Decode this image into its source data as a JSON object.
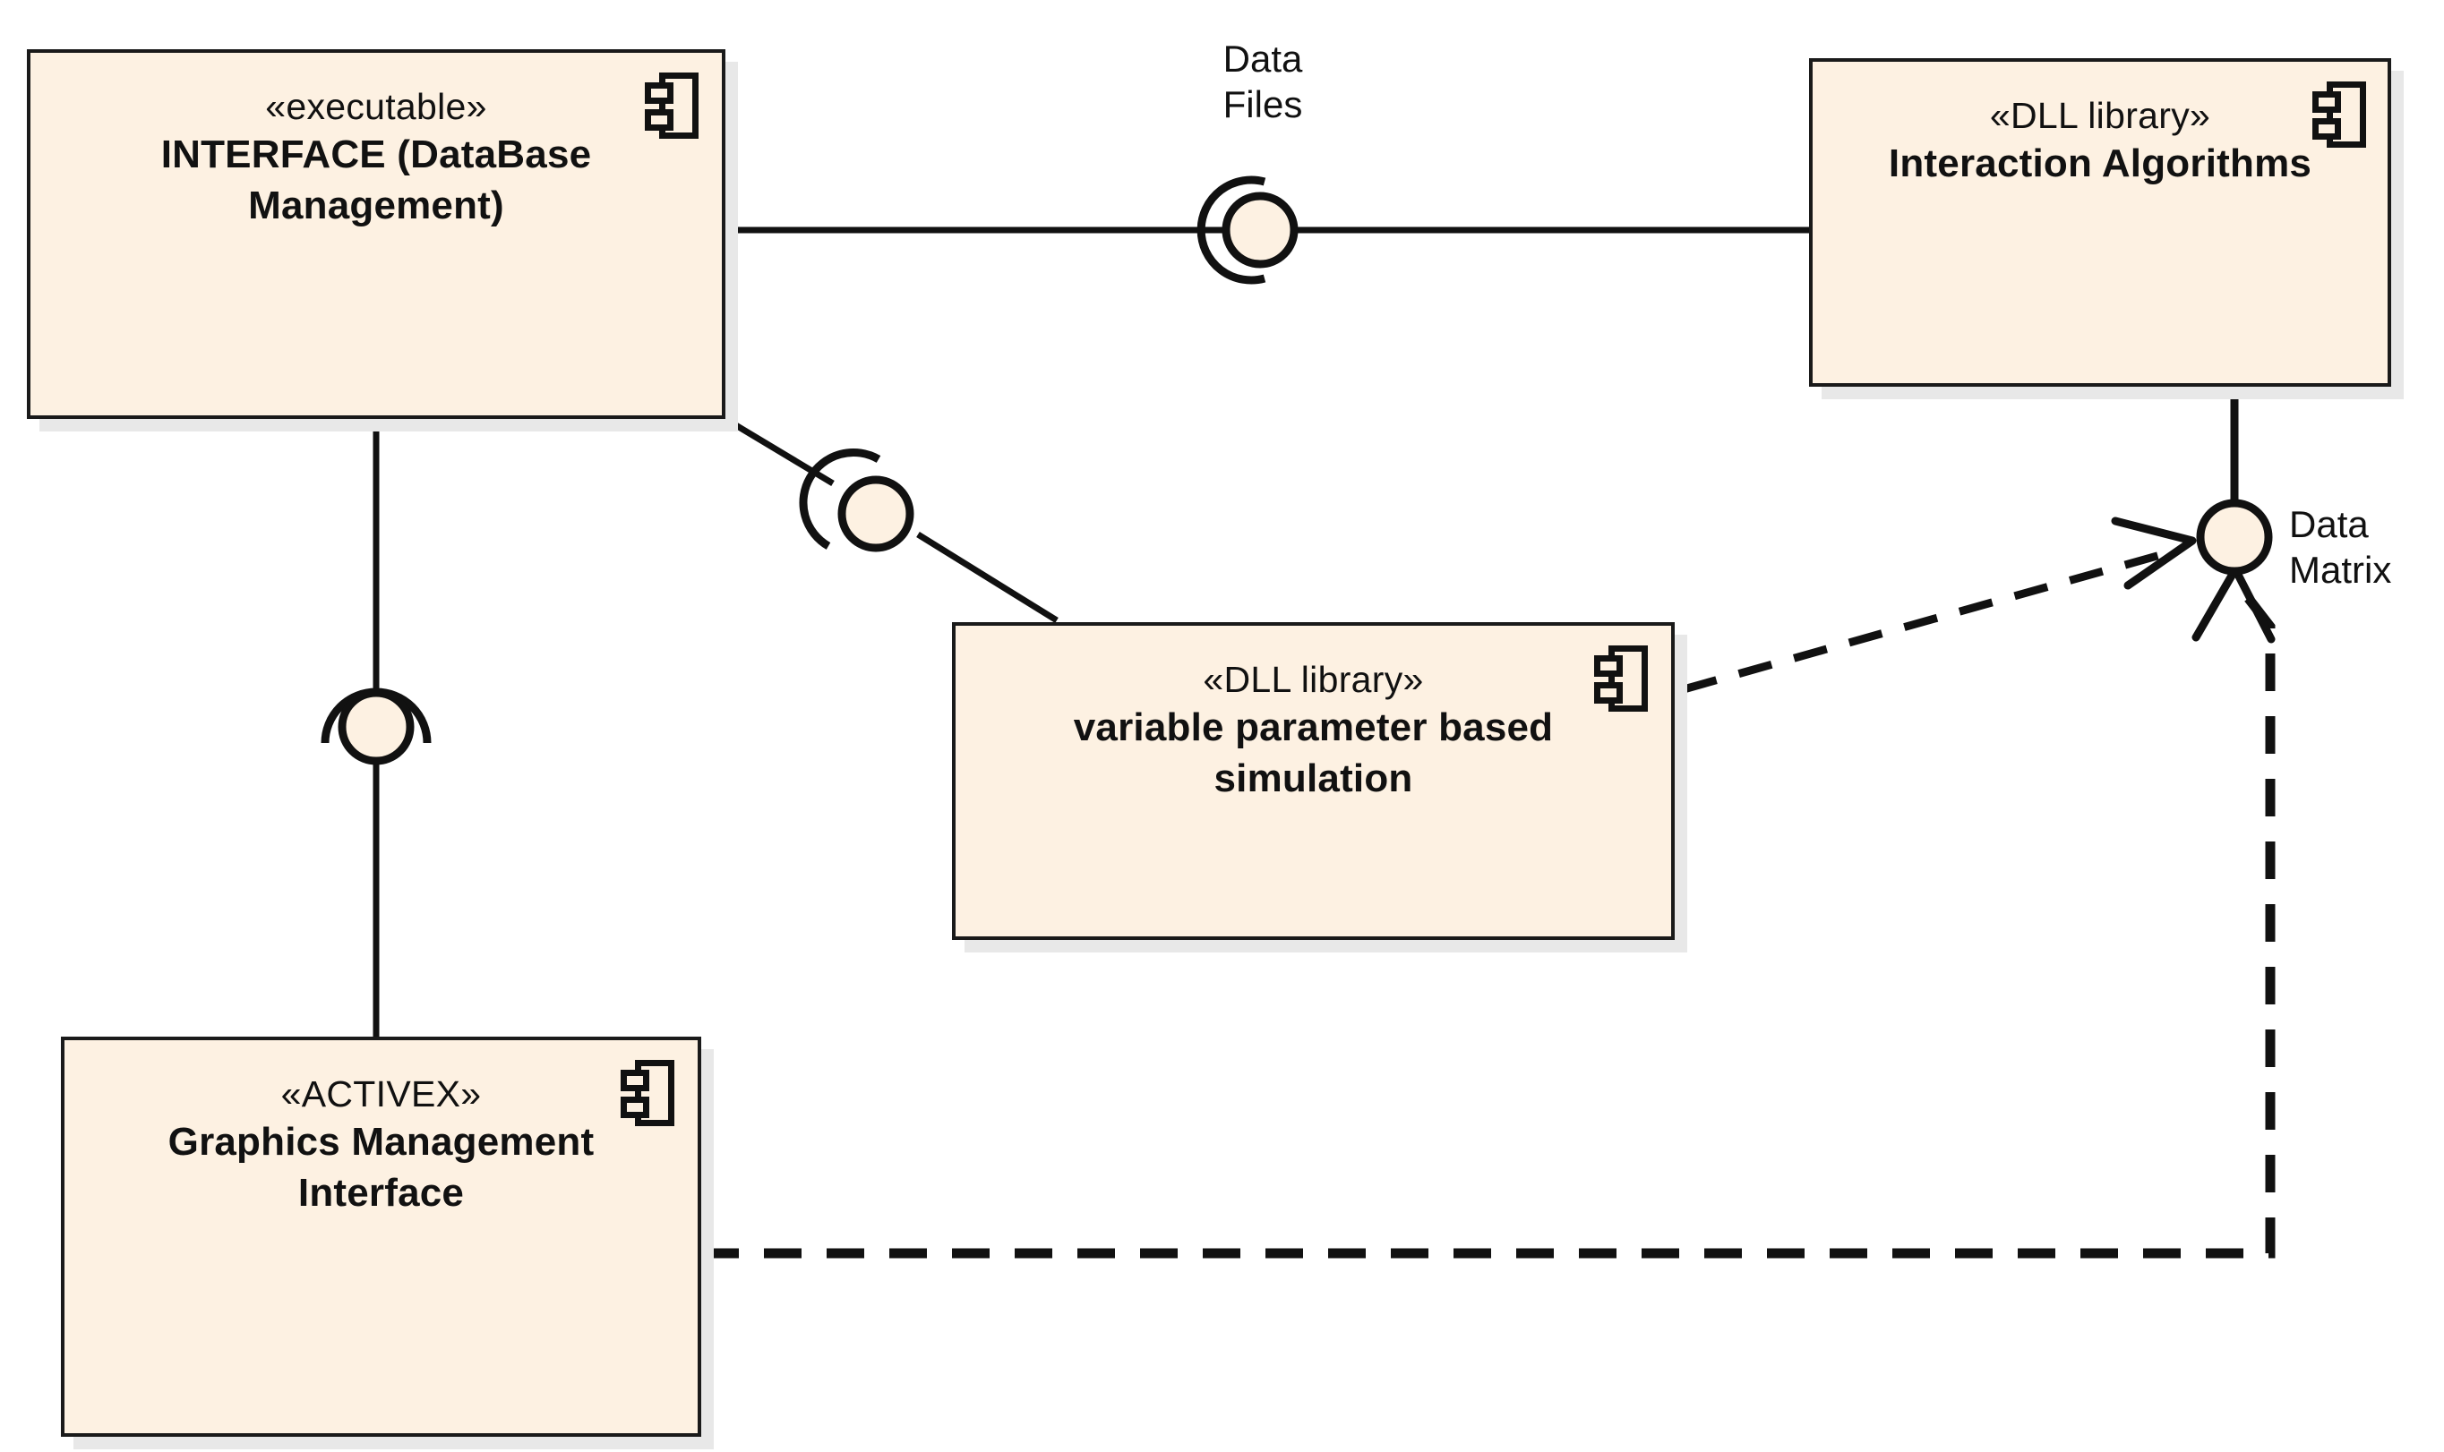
{
  "diagram": {
    "type": "uml-component-diagram",
    "background_color": "#ffffff",
    "component_fill_color": "#fdf1e2",
    "component_border_color": "#1a1a1a",
    "shadow_color": "#e8e8e8",
    "connector_color": "#111111"
  },
  "components": [
    {
      "id": "interface-database-management",
      "stereotype": "«executable»",
      "name": "INTERFACE  (DataBase Management)",
      "name_line1": "INTERFACE  (DataBase",
      "name_line2": "Management)",
      "icon": "uml-component-icon"
    },
    {
      "id": "interaction-algorithms",
      "stereotype": "«DLL library»",
      "name": "Interaction Algorithms",
      "icon": "uml-component-icon"
    },
    {
      "id": "variable-parameter-based-simulation",
      "stereotype": "«DLL library»",
      "name": "variable parameter based simulation",
      "name_line1": "variable parameter based",
      "name_line2": "simulation",
      "icon": "uml-component-icon"
    },
    {
      "id": "graphics-management-interface",
      "stereotype": "«ACTIVEX»",
      "name": "Graphics Management Interface",
      "name_line1": "Graphics Management",
      "name_line2": "Interface",
      "icon": "uml-component-icon"
    }
  ],
  "interfaces": [
    {
      "id": "data-files",
      "label": "Data Files",
      "label_line1": "Data",
      "label_line2": "Files",
      "kind": "assembly-connector",
      "notation": "ball-and-socket",
      "between": [
        "interface-database-management",
        "interaction-algorithms"
      ]
    },
    {
      "id": "unnamed-interface-simulation",
      "label": "",
      "kind": "assembly-connector",
      "notation": "ball-and-socket",
      "between": [
        "interface-database-management",
        "variable-parameter-based-simulation"
      ]
    },
    {
      "id": "unnamed-interface-graphics",
      "label": "",
      "kind": "assembly-connector",
      "notation": "ball-and-socket",
      "between": [
        "interface-database-management",
        "graphics-management-interface"
      ]
    },
    {
      "id": "data-matrix",
      "label": "Data Matrix",
      "label_line1": "Data",
      "label_line2": "Matrix",
      "kind": "provided-interface",
      "notation": "ball",
      "provided_by": "interaction-algorithms",
      "required_by": [
        "variable-parameter-based-simulation",
        "graphics-management-interface"
      ]
    }
  ],
  "dependencies": [
    {
      "id": "simulation-to-data-matrix",
      "style": "dashed",
      "arrow": "open",
      "from": "variable-parameter-based-simulation",
      "to": "data-matrix"
    },
    {
      "id": "graphics-to-data-matrix",
      "style": "dashed",
      "arrow": "open",
      "from": "graphics-management-interface",
      "to": "data-matrix"
    }
  ]
}
